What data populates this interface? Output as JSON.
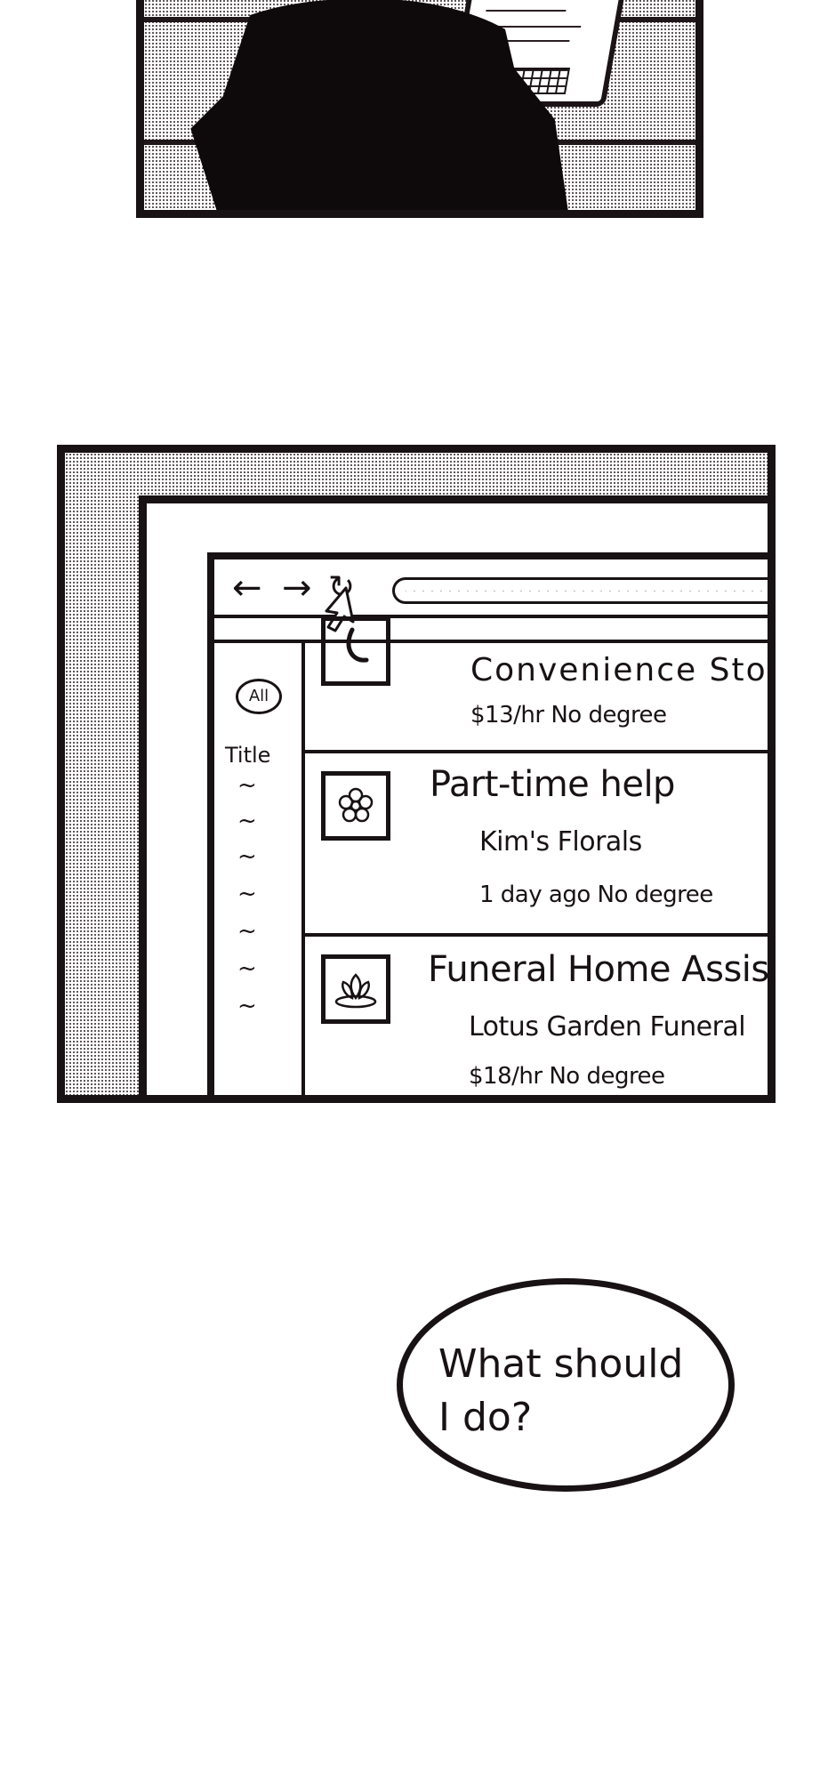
{
  "browser": {
    "nav": {
      "back_glyph": "←",
      "forward_glyph": "→",
      "reload_glyph": "↻"
    },
    "sidebar": {
      "all_label": "All",
      "filter_title": "Title"
    },
    "jobs": [
      {
        "title": "Convenience Stor",
        "company": "",
        "meta": "$13/hr   No degree",
        "icon": "store-icon"
      },
      {
        "title": "Part-time help",
        "company": "Kim's Florals",
        "meta": "1 day ago   No degree",
        "icon": "flower-icon"
      },
      {
        "title": "Funeral Home Assistan",
        "company": "Lotus Garden Funeral",
        "meta": "$18/hr   No degree",
        "icon": "lotus-icon"
      }
    ]
  },
  "speech": {
    "text": "What should\nI do?"
  },
  "colors": {
    "ink": "#181214",
    "paper": "#ffffff"
  }
}
